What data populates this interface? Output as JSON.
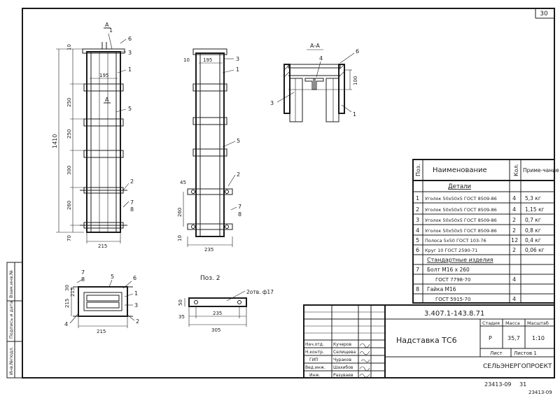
{
  "page_number": "30",
  "section_label": "А-А",
  "poz_label": "Поз. 2",
  "front_view": {
    "dims": [
      "10",
      "195",
      "250",
      "250",
      "300",
      "260",
      "70",
      "1410",
      "215"
    ],
    "callouts": [
      "1",
      "6",
      "3",
      "1",
      "5",
      "2",
      "7",
      "8"
    ],
    "cut_mark": "А"
  },
  "side_view": {
    "dims": [
      "10",
      "195",
      "45",
      "260",
      "10",
      "235"
    ],
    "callouts": [
      "3",
      "1",
      "5",
      "2",
      "7",
      "8"
    ]
  },
  "section_view": {
    "dims": [
      "100"
    ],
    "callouts": [
      "6",
      "4",
      "3",
      "1"
    ]
  },
  "plan_view": {
    "dims": [
      "215",
      "30",
      "215",
      "215"
    ],
    "callouts": [
      "7",
      "5",
      "6",
      "8",
      "1",
      "3",
      "4",
      "2"
    ]
  },
  "poz2": {
    "dims": [
      "50",
      "35",
      "235",
      "305"
    ],
    "hole_note": "2отв. ф17"
  },
  "spec_table": {
    "headers": {
      "poz": "Поз.",
      "name": "Наименование",
      "qty": "Кол.",
      "note": "Приме-чание"
    },
    "section_details": "Детали",
    "section_standard": "Стандартные изделия",
    "rows": [
      {
        "poz": "1",
        "name": "Уголок 50x50x5 ГОСТ 8509-86",
        "qty": "4",
        "note": "5,3 кг"
      },
      {
        "poz": "2",
        "name": "Уголок 50x50x5 ГОСТ 8509-86",
        "qty": "4",
        "note": "1,15 кг"
      },
      {
        "poz": "3",
        "name": "Уголок 50x50x5 ГОСТ 8509-86",
        "qty": "2",
        "note": "0,7 кг"
      },
      {
        "poz": "4",
        "name": "Уголок 50x50x5 ГОСТ 8509-86",
        "qty": "2",
        "note": "0,8 кг"
      },
      {
        "poz": "5",
        "name": "Полоса 5х50 ГОСТ 103-76",
        "qty": "12",
        "note": "0,4 кг"
      },
      {
        "poz": "6",
        "name": "Круг 10 ГОСТ 2590-71",
        "qty": "2",
        "note": "0,06 кг"
      }
    ],
    "standard_rows": [
      {
        "poz": "7",
        "name": "Болт М16 х 260",
        "sub": "ГОСТ 7798-70",
        "qty": "4"
      },
      {
        "poz": "8",
        "name": "Гайка М16",
        "sub": "ГОСТ 5915-70",
        "qty": "4"
      }
    ]
  },
  "side_stamp": [
    "Инв.№подл.",
    "Подпись и дата",
    "Взам.инв.№"
  ],
  "title_block": {
    "doc_code": "3.407.1-143.8.71",
    "title": "Надставка ТС6",
    "h_stage": "Стадия",
    "h_mass": "Масса",
    "h_scale": "Масштаб",
    "stage": "Р",
    "mass": "35,7",
    "scale": "1:10",
    "sheet_label": "Лист",
    "sheets_label": "Листов 1",
    "org": "СЕЛЬЭНЕРГОПРОЕКТ",
    "people": [
      {
        "role": "Нач.отд.",
        "name": "Кучеров"
      },
      {
        "role": "Н.контр.",
        "name": "Селищева"
      },
      {
        "role": "ГИП",
        "name": "Чураков"
      },
      {
        "role": "Вед.инж.",
        "name": "Шахибов"
      },
      {
        "role": "Инж.",
        "name": "Разуваев"
      }
    ]
  },
  "bottom_codes": [
    "23413-09",
    "31",
    "23413-09"
  ]
}
